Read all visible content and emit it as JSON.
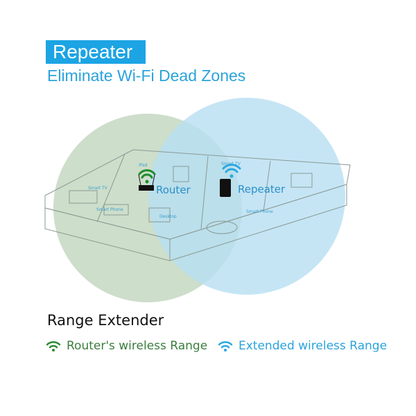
{
  "header": {
    "badge": "Repeater",
    "subtitle": "Eliminate Wi-Fi Dead Zones"
  },
  "diagram": {
    "router_label": "Router",
    "repeater_label": "Repeater",
    "devices": [
      "iPad",
      "Smart TV",
      "Smart Phone",
      "Desktop",
      "Smart TV",
      "Smart Phone"
    ]
  },
  "footer": {
    "title": "Range Extender",
    "legend": [
      {
        "label": "Router's wireless Range",
        "color": "#2e8b34"
      },
      {
        "label": "Extended wireless Range",
        "color": "#2aa9e0"
      }
    ]
  },
  "colors": {
    "badge": "#1ca4e4",
    "router_range": "#c9dcc6",
    "repeater_range": "#bfe3f5"
  }
}
